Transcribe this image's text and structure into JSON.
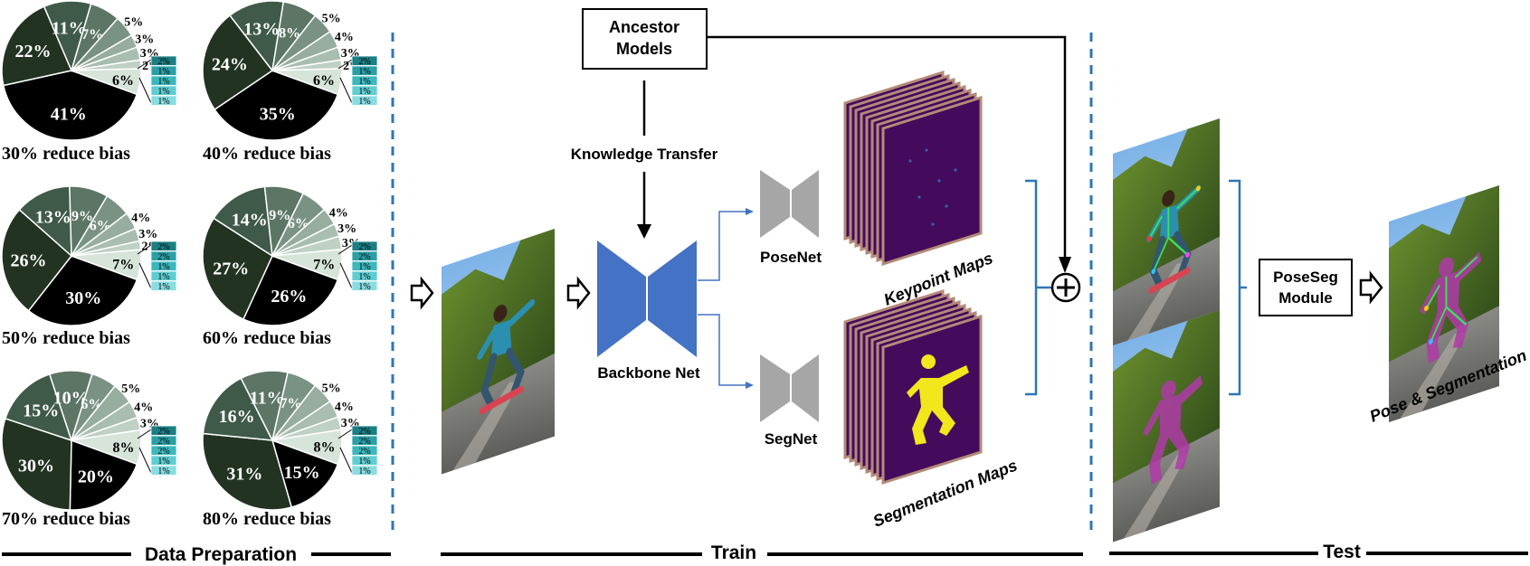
{
  "pies": [
    {
      "caption": "30% reduce bias",
      "slices": [
        {
          "label": "41%",
          "value": 41,
          "color": "#000000"
        },
        {
          "label": "22%",
          "value": 22,
          "color": "#223322"
        },
        {
          "label": "11%",
          "value": 11,
          "color": "#3f5a48"
        },
        {
          "label": "7%",
          "value": 7,
          "color": "#5c7565"
        },
        {
          "label": "5%",
          "value": 5,
          "color": "#7a9283"
        },
        {
          "label": "3%",
          "value": 3,
          "color": "#97ad9f"
        },
        {
          "label": "3%",
          "value": 3,
          "color": "#a9bdb0"
        },
        {
          "label": "2%",
          "value": 2,
          "color": "#bfd0c4"
        },
        {
          "label": "6%",
          "value": 6,
          "color": "#d6e4d9"
        }
      ],
      "legend": [
        "2%",
        "1%",
        "1%",
        "1%",
        "1%"
      ]
    },
    {
      "caption": "40% reduce bias",
      "slices": [
        {
          "label": "35%",
          "value": 35,
          "color": "#000000"
        },
        {
          "label": "24%",
          "value": 24,
          "color": "#223322"
        },
        {
          "label": "13%",
          "value": 13,
          "color": "#3f5a48"
        },
        {
          "label": "8%",
          "value": 8,
          "color": "#5c7565"
        },
        {
          "label": "5%",
          "value": 5,
          "color": "#7a9283"
        },
        {
          "label": "4%",
          "value": 4,
          "color": "#97ad9f"
        },
        {
          "label": "3%",
          "value": 3,
          "color": "#a9bdb0"
        },
        {
          "label": "2%",
          "value": 2,
          "color": "#bfd0c4"
        },
        {
          "label": "6%",
          "value": 6,
          "color": "#d6e4d9"
        }
      ],
      "legend": [
        "2%",
        "1%",
        "1%",
        "1%",
        "1%"
      ]
    },
    {
      "caption": "50% reduce bias",
      "slices": [
        {
          "label": "30%",
          "value": 30,
          "color": "#000000"
        },
        {
          "label": "26%",
          "value": 26,
          "color": "#223322"
        },
        {
          "label": "13%",
          "value": 13,
          "color": "#3f5a48"
        },
        {
          "label": "9%",
          "value": 9,
          "color": "#5c7565"
        },
        {
          "label": "6%",
          "value": 6,
          "color": "#7a9283"
        },
        {
          "label": "4%",
          "value": 4,
          "color": "#97ad9f"
        },
        {
          "label": "3%",
          "value": 3,
          "color": "#a9bdb0"
        },
        {
          "label": "2%",
          "value": 2,
          "color": "#bfd0c4"
        },
        {
          "label": "7%",
          "value": 7,
          "color": "#d6e4d9"
        }
      ],
      "legend": [
        "2%",
        "2%",
        "1%",
        "1%",
        "1%"
      ]
    },
    {
      "caption": "60% reduce bias",
      "slices": [
        {
          "label": "26%",
          "value": 26,
          "color": "#000000"
        },
        {
          "label": "27%",
          "value": 27,
          "color": "#223322"
        },
        {
          "label": "14%",
          "value": 14,
          "color": "#3f5a48"
        },
        {
          "label": "9%",
          "value": 9,
          "color": "#5c7565"
        },
        {
          "label": "6%",
          "value": 6,
          "color": "#7a9283"
        },
        {
          "label": "4%",
          "value": 4,
          "color": "#97ad9f"
        },
        {
          "label": "3%",
          "value": 3,
          "color": "#a9bdb0"
        },
        {
          "label": "3%",
          "value": 3,
          "color": "#bfd0c4"
        },
        {
          "label": "7%",
          "value": 7,
          "color": "#d6e4d9"
        }
      ],
      "legend": [
        "2%",
        "2%",
        "1%",
        "1%",
        "1%"
      ]
    },
    {
      "caption": "70% reduce bias",
      "slices": [
        {
          "label": "20%",
          "value": 20,
          "color": "#000000"
        },
        {
          "label": "30%",
          "value": 30,
          "color": "#223322"
        },
        {
          "label": "15%",
          "value": 15,
          "color": "#3f5a48"
        },
        {
          "label": "10%",
          "value": 10,
          "color": "#5c7565"
        },
        {
          "label": "6%",
          "value": 6,
          "color": "#7a9283"
        },
        {
          "label": "5%",
          "value": 5,
          "color": "#97ad9f"
        },
        {
          "label": "4%",
          "value": 4,
          "color": "#a9bdb0"
        },
        {
          "label": "3%",
          "value": 3,
          "color": "#bfd0c4"
        },
        {
          "label": "8%",
          "value": 8,
          "color": "#d6e4d9"
        }
      ],
      "legend": [
        "2%",
        "2%",
        "2%",
        "1%",
        "1%"
      ]
    },
    {
      "caption": "80% reduce bias",
      "slices": [
        {
          "label": "15%",
          "value": 15,
          "color": "#000000"
        },
        {
          "label": "31%",
          "value": 31,
          "color": "#223322"
        },
        {
          "label": "16%",
          "value": 16,
          "color": "#3f5a48"
        },
        {
          "label": "11%",
          "value": 11,
          "color": "#5c7565"
        },
        {
          "label": "7%",
          "value": 7,
          "color": "#7a9283"
        },
        {
          "label": "5%",
          "value": 5,
          "color": "#97ad9f"
        },
        {
          "label": "4%",
          "value": 4,
          "color": "#a9bdb0"
        },
        {
          "label": "3%",
          "value": 3,
          "color": "#bfd0c4"
        },
        {
          "label": "8%",
          "value": 8,
          "color": "#d6e4d9"
        }
      ],
      "legend": [
        "2%",
        "2%",
        "2%",
        "1%",
        "1%"
      ]
    }
  ],
  "legend_colors": [
    "#1b7f84",
    "#2aa0a6",
    "#3bb8be",
    "#5fcdd2",
    "#88dde1"
  ],
  "sections": {
    "data": "Data Preparation",
    "train": "Train",
    "test": "Test"
  },
  "labels": {
    "ancestor": "Ancestor",
    "ancestor2": "Models",
    "knowledge": "Knowledge Transfer",
    "backbone": "Backbone Net",
    "posenet": "PoseNet",
    "segnet": "SegNet",
    "keypoint_maps": "Keypoint Maps",
    "segmentation_maps": "Segmentation Maps",
    "poseseg1": "PoseSeg",
    "poseseg2": "Module",
    "output": "Pose & Segmentation",
    "plus": "+"
  },
  "colors": {
    "backbone": "#4472c4",
    "net_gray": "#a6a6a6",
    "map_purple": "#440a5c",
    "map_edge": "#b48a78",
    "divider": "#2e75b6",
    "seg_yellow": "#f2e61c"
  }
}
